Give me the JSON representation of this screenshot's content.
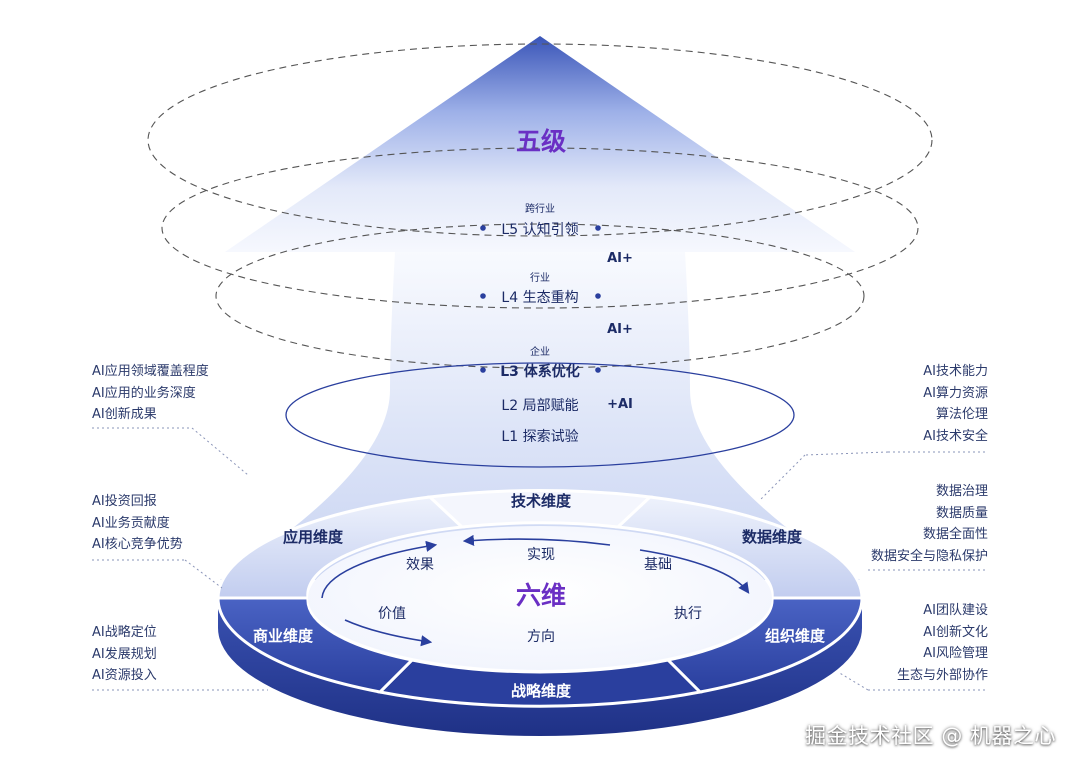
{
  "title": "五级",
  "center_label": "六维",
  "levels": [
    {
      "id": "l5",
      "scope": "跨行业",
      "label": "L5 认知引领"
    },
    {
      "id": "l4",
      "scope": "行业",
      "label": "L4 生态重构"
    },
    {
      "id": "l3",
      "scope": "企业",
      "label": "L3 体系优化"
    },
    {
      "id": "l2",
      "scope": "",
      "label": "L2 局部赋能"
    },
    {
      "id": "l1",
      "scope": "",
      "label": "L1 探索试验"
    }
  ],
  "ai_tags": [
    "AI+",
    "AI+",
    "+AI"
  ],
  "dimensions": {
    "tech": "技术维度",
    "data": "数据维度",
    "org": "组织维度",
    "strategy": "战略维度",
    "business": "商业维度",
    "application": "应用维度"
  },
  "inner_ring": [
    "实现",
    "基础",
    "执行",
    "方向",
    "价值",
    "效果"
  ],
  "lists": {
    "application": [
      "AI应用领域覆盖程度",
      "AI应用的业务深度",
      "AI创新成果"
    ],
    "business": [
      "AI投资回报",
      "AI业务贡献度",
      "AI核心竞争优势"
    ],
    "strategy": [
      "AI战略定位",
      "AI发展规划",
      "AI资源投入"
    ],
    "tech": [
      "AI技术能力",
      "AI算力资源",
      "算法伦理",
      "AI技术安全"
    ],
    "data": [
      "数据治理",
      "数据质量",
      "数据全面性",
      "数据安全与隐私保护"
    ],
    "org": [
      "AI团队建设",
      "AI创新文化",
      "AI风险管理",
      "生态与外部协作"
    ]
  },
  "watermark": "掘金技术社区 @ 机器之心",
  "colors": {
    "deep": "#2a3f9e",
    "accent": "#6a2fc4",
    "text": "#1c2b66",
    "light": "#eef2fc"
  }
}
